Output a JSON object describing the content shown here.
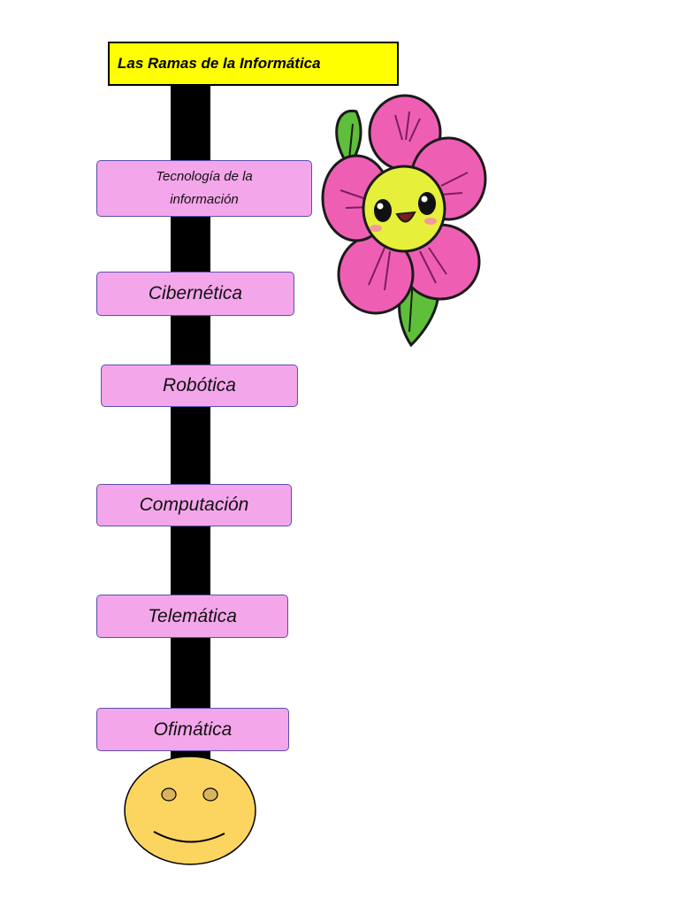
{
  "title": "Las Ramas de la Informática",
  "branches": [
    "Tecnología de la\ninformación",
    "Cibernética",
    "Robótica",
    "Computación",
    "Telemática",
    "Ofimática"
  ],
  "colors": {
    "title_bg": "#ffff00",
    "branch_bg": "#f4a6ea",
    "branch_border": "#5a4fb0",
    "trunk": "#000000",
    "smiley_face": "#fbd55f",
    "flower_petal": "#ee5fb4",
    "flower_center": "#e6f03a",
    "leaf": "#5fbf3b"
  },
  "icons": {
    "flower": "kawaii-flower-icon",
    "smiley": "smiley-face-icon"
  }
}
